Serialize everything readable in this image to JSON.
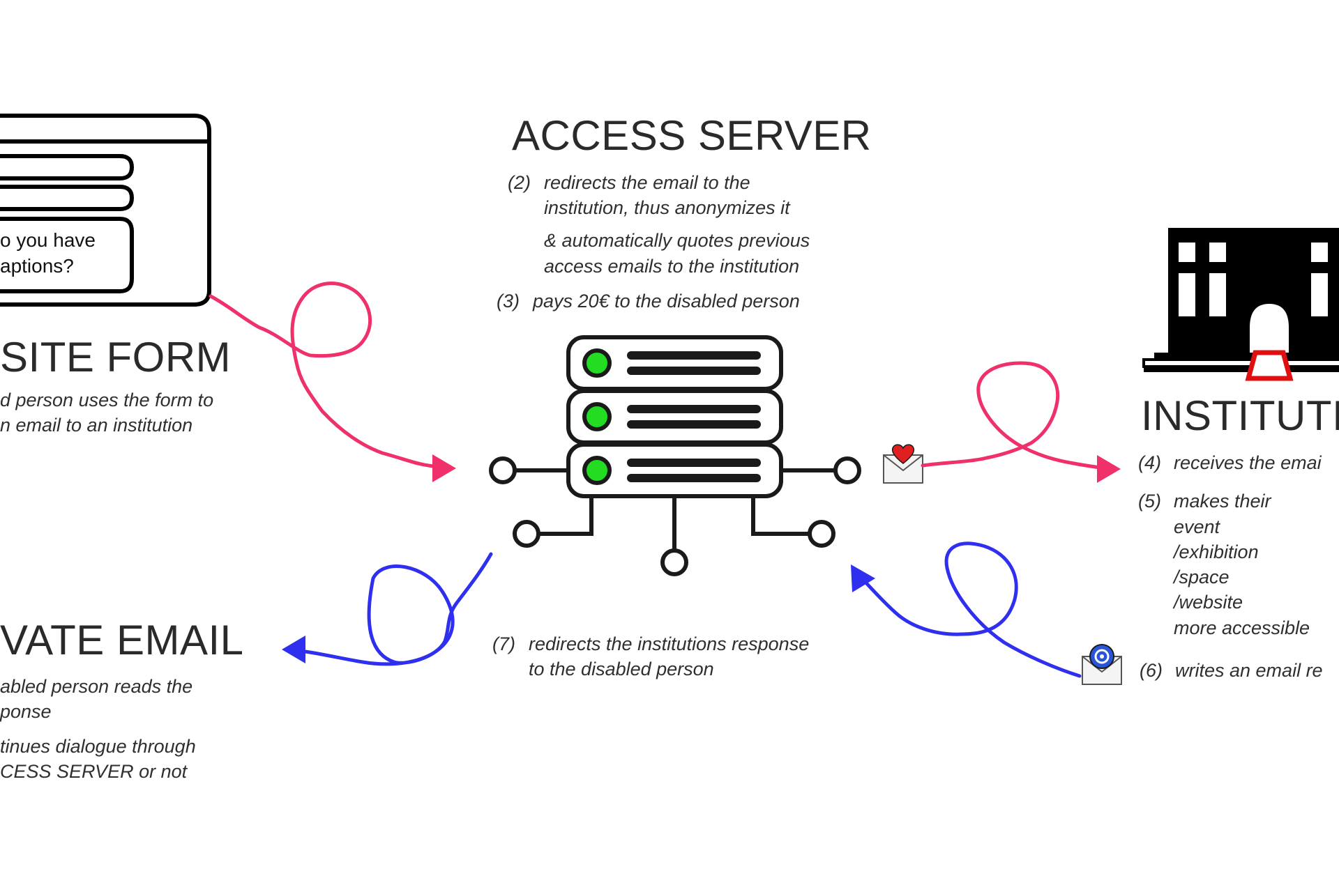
{
  "website_form": {
    "question_line1": "o you have",
    "question_line2": "aptions?",
    "title": "SITE FORM",
    "notes": [
      "d person uses the form to",
      "n email to an institution"
    ]
  },
  "access_server": {
    "title": "ACCESS SERVER",
    "step2_num": "(2)",
    "step2_lines": [
      "redirects the email to the",
      "institution, thus anonymizes it",
      "& automatically quotes previous",
      "access emails to the institution"
    ],
    "step3_num": "(3)",
    "step3_text": "pays 20€ to the disabled person",
    "step7_num": "(7)",
    "step7_lines": [
      "redirects the institutions response",
      "to the disabled person"
    ]
  },
  "institution": {
    "title": "INSTITUTI",
    "step4_num": "(4)",
    "step4_text": "receives the emai",
    "step5_num": "(5)",
    "step5_lines": [
      "makes their",
      "event",
      "/exhibition",
      "/space",
      "/website",
      "more accessible"
    ],
    "step6_num": "(6)",
    "step6_text": "writes an email re"
  },
  "private_email": {
    "title": "VATE EMAIL",
    "notes": [
      "abled person reads the",
      "ponse",
      "tinues dialogue through",
      "CESS SERVER or not"
    ]
  },
  "colors": {
    "request_arrow": "#f0306a",
    "response_arrow": "#2f2ff0",
    "server_led": "#22dd22",
    "institution_door": "#e01010",
    "heart": "#e02020"
  },
  "icons": [
    "form-window-icon",
    "server-icon",
    "institution-building-icon",
    "envelope-heart-icon",
    "envelope-at-icon"
  ]
}
